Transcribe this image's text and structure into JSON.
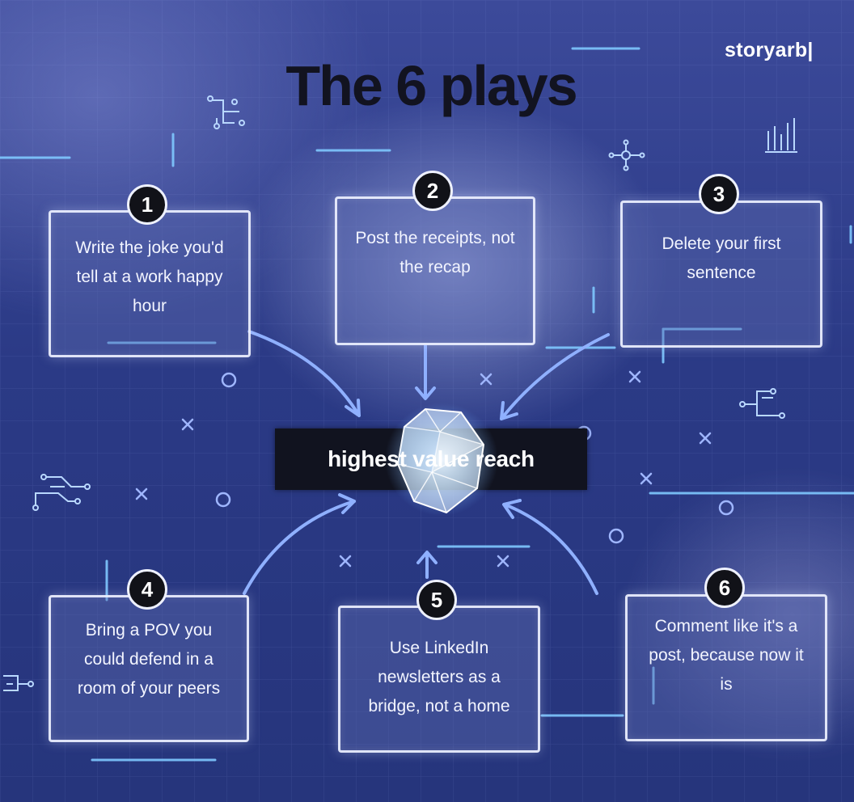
{
  "brand": {
    "name": "storyarb|"
  },
  "title": "The 6 plays",
  "center": {
    "label": "highest value reach",
    "icon": "diamond-icon"
  },
  "plays": [
    {
      "number": "1",
      "text": "Write the joke you'd tell at a work happy hour"
    },
    {
      "number": "2",
      "text": "Post the receipts, not the recap"
    },
    {
      "number": "3",
      "text": "Delete your first sentence"
    },
    {
      "number": "4",
      "text": "Bring a POV you could defend in a room of your peers"
    },
    {
      "number": "5",
      "text": "Use LinkedIn newsletters as a bridge, not a home"
    },
    {
      "number": "6",
      "text": "Comment like it's a post, because now it is"
    }
  ],
  "colors": {
    "background": "#2b3a86",
    "title": "#121320",
    "card_border": "#eef2ff",
    "accent_line": "#7fc8ff",
    "arrow": "#8fb0ff",
    "badge": "#111218",
    "center_band": "#11131f"
  },
  "decor_icons": [
    "circuit-icon",
    "bar-chart-icon",
    "network-icon",
    "x-mark-icon",
    "circle-icon"
  ]
}
